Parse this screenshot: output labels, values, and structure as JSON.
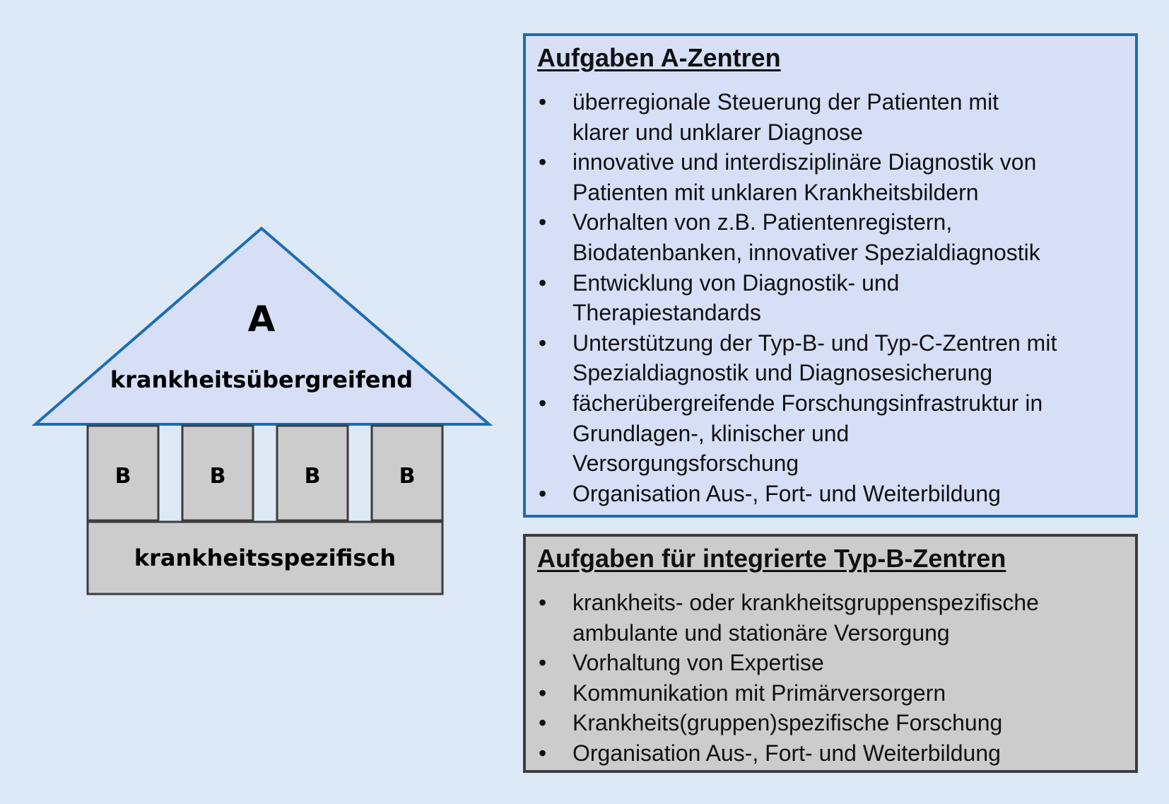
{
  "colors": {
    "background": "#dde9f7",
    "roof_fill": "#d6dff6",
    "roof_stroke": "#1c6db3",
    "pillar_fill": "#cccccc",
    "pillar_stroke": "#3d3d3d"
  },
  "house": {
    "roof_letter": "A",
    "roof_label": "krankheitsübergreifend",
    "pillars": [
      {
        "label": "B"
      },
      {
        "label": "B"
      },
      {
        "label": "B"
      },
      {
        "label": "B"
      }
    ],
    "foundation_label": "krankheitsspezifisch"
  },
  "panel_a": {
    "title": "Aufgaben A-Zentren",
    "bullet": "•",
    "items": [
      "überregionale Steuerung der Patienten mit\nklarer und unklarer Diagnose",
      "innovative und interdisziplinäre Diagnostik von\nPatienten mit unklaren Krankheitsbildern",
      "Vorhalten von z.B. Patientenregistern,\nBiodatenbanken, innovativer Spezialdiagnostik",
      "Entwicklung von Diagnostik- und\nTherapiestandards",
      "Unterstützung der Typ-B- und Typ-C-Zentren mit\nSpezialdiagnostik und Diagnosesicherung",
      "fächerübergreifende Forschungsinfrastruktur in\nGrundlagen-, klinischer und\nVersorgungsforschung",
      "Organisation Aus-, Fort- und Weiterbildung"
    ]
  },
  "panel_b": {
    "title": "Aufgaben für integrierte Typ-B-Zentren",
    "bullet": "•",
    "items": [
      "krankheits- oder krankheitsgruppenspezifische\nambulante und stationäre Versorgung",
      "Vorhaltung von Expertise",
      "Kommunikation mit Primärversorgern",
      "Krankheits(gruppen)spezifische Forschung",
      "Organisation Aus-, Fort- und Weiterbildung"
    ]
  }
}
